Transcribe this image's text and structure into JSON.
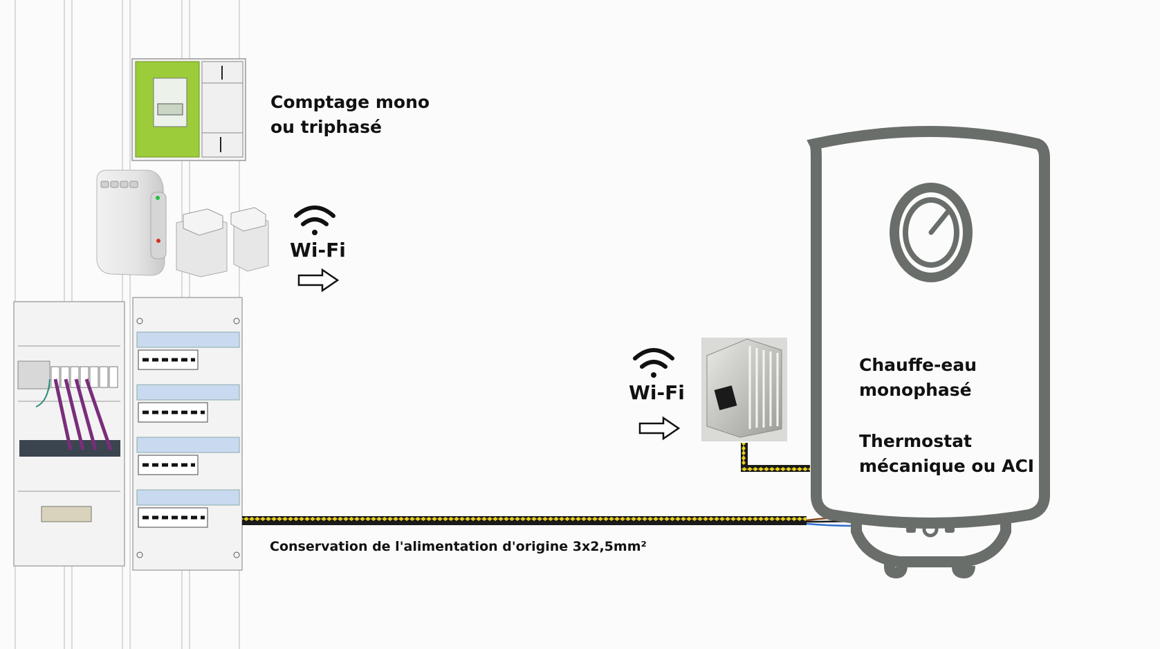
{
  "labels": {
    "metering_line1": "Comptage mono",
    "metering_line2": "ou triphasé",
    "wifi_left": "Wi-Fi",
    "wifi_right": "Wi-Fi",
    "heater_line1": "Chauffe-eau",
    "heater_line2": "monophasé",
    "thermostat_line1": "Thermostat",
    "thermostat_line2": "mécanique ou ACI",
    "cable_caption": "Conservation de l'alimentation d'origine 3x2,5mm²"
  },
  "colors": {
    "heater_outline": "#6a6e6a",
    "meter_green": "#9ccc3a",
    "cable_yellow": "#e8cf1c",
    "cable_black": "#1a1a1a",
    "breaker_strip": "#c9daf0",
    "cable_purple": "#7a2d7a",
    "wire_blue": "#2f6fd0",
    "wire_brown": "#8a4a20"
  }
}
